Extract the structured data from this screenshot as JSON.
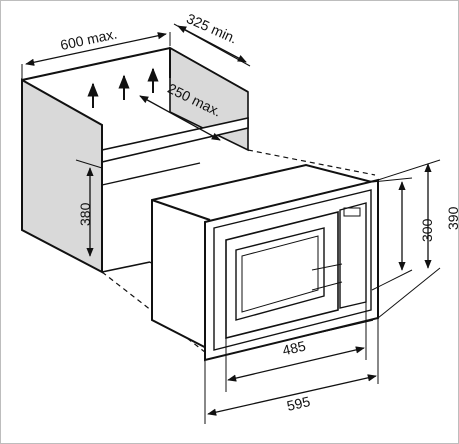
{
  "diagram": {
    "cabinet": {
      "width_label": "600 max.",
      "depth_label": "325 min.",
      "inner_depth_label": "250 max.",
      "height_label": "380"
    },
    "appliance": {
      "frame_height_label": "390",
      "body_height_label": "300",
      "body_width_label": "485",
      "frame_width_label": "595"
    },
    "colors": {
      "line": "#111111",
      "hatch": "#d9d9d9",
      "background": "#ffffff",
      "border": "#bdbdbd"
    }
  }
}
